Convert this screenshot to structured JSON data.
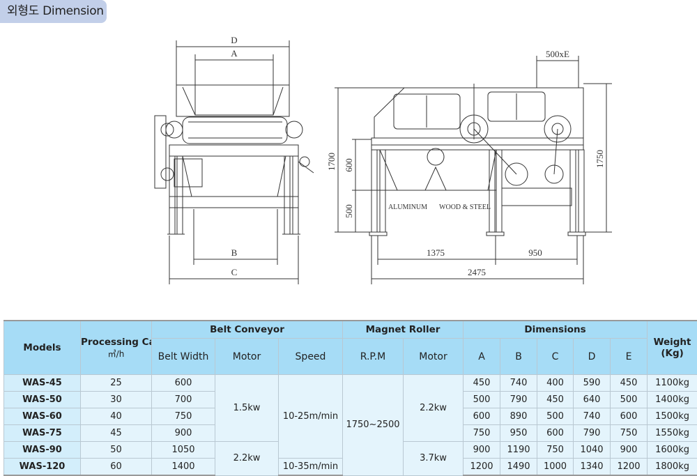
{
  "title": "외형도 Dimension",
  "drawing": {
    "front_view": {
      "dim_D": "D",
      "dim_A": "A",
      "dim_B": "B",
      "dim_C": "C"
    },
    "side_view": {
      "dim_500xE": "500xE",
      "dim_1700": "1700",
      "dim_600": "600",
      "dim_500": "500",
      "dim_1750": "1750",
      "dim_1375": "1375",
      "dim_950": "950",
      "dim_2475": "2475",
      "label_aluminum": "ALUMINUM",
      "label_wood_steel": "WOOD & STEEL"
    }
  },
  "table": {
    "headers": {
      "models": "Models",
      "capacity": "Processing Capacity",
      "capacity_unit": "㎥/h",
      "belt_conveyor": "Belt Conveyor",
      "belt_width": "Belt Width",
      "belt_motor": "Motor",
      "speed": "Speed",
      "magnet_roller": "Magnet Roller",
      "rpm": "R.P.M",
      "roller_motor": "Motor",
      "dimensions": "Dimensions",
      "a": "A",
      "b": "B",
      "c": "C",
      "d": "D",
      "e": "E",
      "weight": "Weight",
      "weight_unit": "(Kg)"
    },
    "merged": {
      "belt_motor_1": "1.5kw",
      "belt_motor_2": "2.2kw",
      "speed_1": "10-25m/min",
      "speed_2": "10-35m/min",
      "rpm": "1750~2500",
      "roller_motor_1": "2.2kw",
      "roller_motor_2": "3.7kw"
    },
    "rows": [
      {
        "model": "WAS-45",
        "capacity": "25",
        "belt_width": "600",
        "a": "450",
        "b": "740",
        "c": "400",
        "d": "590",
        "e": "450",
        "weight": "1100kg"
      },
      {
        "model": "WAS-50",
        "capacity": "30",
        "belt_width": "700",
        "a": "500",
        "b": "790",
        "c": "450",
        "d": "640",
        "e": "500",
        "weight": "1400kg"
      },
      {
        "model": "WAS-60",
        "capacity": "40",
        "belt_width": "750",
        "a": "600",
        "b": "890",
        "c": "500",
        "d": "740",
        "e": "600",
        "weight": "1500kg"
      },
      {
        "model": "WAS-75",
        "capacity": "45",
        "belt_width": "900",
        "a": "750",
        "b": "950",
        "c": "600",
        "d": "790",
        "e": "750",
        "weight": "1550kg"
      },
      {
        "model": "WAS-90",
        "capacity": "50",
        "belt_width": "1050",
        "a": "900",
        "b": "1190",
        "c": "750",
        "d": "1040",
        "e": "900",
        "weight": "1600kg"
      },
      {
        "model": "WAS-120",
        "capacity": "60",
        "belt_width": "1400",
        "a": "1200",
        "b": "1490",
        "c": "1000",
        "d": "1340",
        "e": "1200",
        "weight": "1800kg"
      }
    ]
  }
}
